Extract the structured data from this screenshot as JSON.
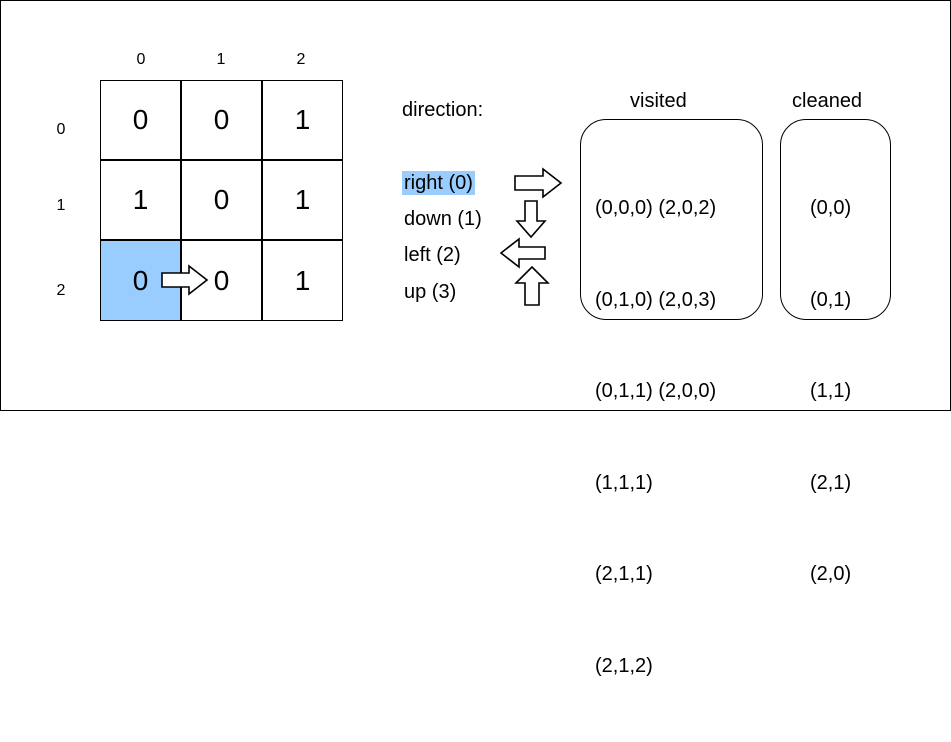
{
  "grid": {
    "col_indices": [
      "0",
      "1",
      "2"
    ],
    "row_indices": [
      "0",
      "1",
      "2"
    ],
    "cells": [
      [
        "0",
        "0",
        "1"
      ],
      [
        "1",
        "0",
        "1"
      ],
      [
        "0",
        "0",
        "1"
      ]
    ],
    "highlighted_cell": {
      "row": 2,
      "col": 0
    },
    "highlight_color": "#99ccff",
    "move_arrow": {
      "from": [
        2,
        0
      ],
      "to": [
        2,
        1
      ],
      "direction": "right"
    }
  },
  "direction_legend": {
    "title": "direction:",
    "items": [
      {
        "label": "right (0)",
        "arrow": "right-arrow-icon",
        "highlighted": true
      },
      {
        "label": "down (1)",
        "arrow": "down-arrow-icon",
        "highlighted": false
      },
      {
        "label": "left (2)",
        "arrow": "left-arrow-icon",
        "highlighted": false
      },
      {
        "label": "up (3)",
        "arrow": "up-arrow-icon",
        "highlighted": false
      }
    ]
  },
  "visited": {
    "title": "visited",
    "rows": [
      "(0,0,0) (2,0,2)",
      "(0,1,0) (2,0,3)",
      "(0,1,1) (2,0,0)",
      "(1,1,1)",
      "(2,1,1)",
      "(2,1,2)"
    ]
  },
  "cleaned": {
    "title": "cleaned",
    "rows": [
      "(0,0)",
      "(0,1)",
      "(1,1)",
      "(2,1)",
      "(2,0)"
    ]
  }
}
